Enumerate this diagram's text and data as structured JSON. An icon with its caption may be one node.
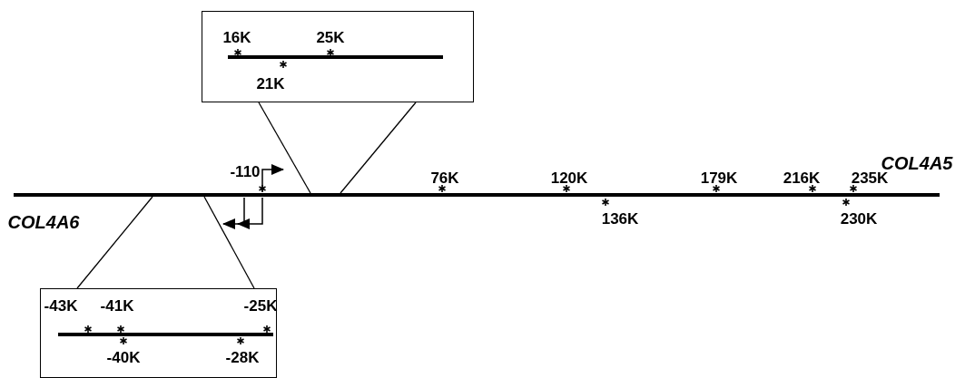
{
  "diagram": {
    "nodes": [
      {
        "text": [
          "16K",
          "25K",
          "21K"
        ]
      },
      {
        "text": [],
        "shape": "bar"
      },
      {
        "text": [
          "-43K",
          "-41K",
          "-25K",
          "-40K",
          "-28K"
        ]
      }
    ],
    "edges": [
      {
        "from": 1,
        "to": 0,
        "arrow": "none"
      },
      {
        "from": 1,
        "to": 0,
        "arrow": "none"
      },
      {
        "from": 1,
        "to": 2,
        "arrow": "none"
      },
      {
        "from": 1,
        "to": 2,
        "arrow": "none"
      }
    ],
    "labels": [
      "COL4A5",
      "-110",
      "76K",
      "120K",
      "179K",
      "216K",
      "235K",
      "COL4A6",
      "136K",
      "230K"
    ]
  }
}
